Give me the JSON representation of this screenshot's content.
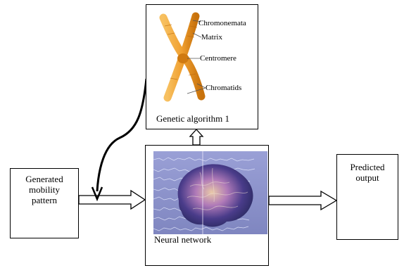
{
  "diagram": {
    "mobility_box": {
      "lines": [
        "Generated",
        "mobility",
        "pattern"
      ]
    },
    "ga_box": {
      "caption": "Genetic algorithm 1",
      "labels": {
        "chromonemata": "Chromonemata",
        "matrix": "Matrix",
        "centromere": "Centromere",
        "chromatids": "Chromatids"
      }
    },
    "nn_box": {
      "caption": "Neural network"
    },
    "output_box": {
      "lines": [
        "Predicted",
        "output"
      ]
    },
    "colors": {
      "chromosome": "#f0a030",
      "chromosome_dark": "#d07a10",
      "brain_bg": "#8c93cc",
      "border": "#000000"
    },
    "icons": [
      "chromosome-illustration",
      "brain-eeg-illustration",
      "hollow-arrow",
      "curved-arrow"
    ]
  }
}
